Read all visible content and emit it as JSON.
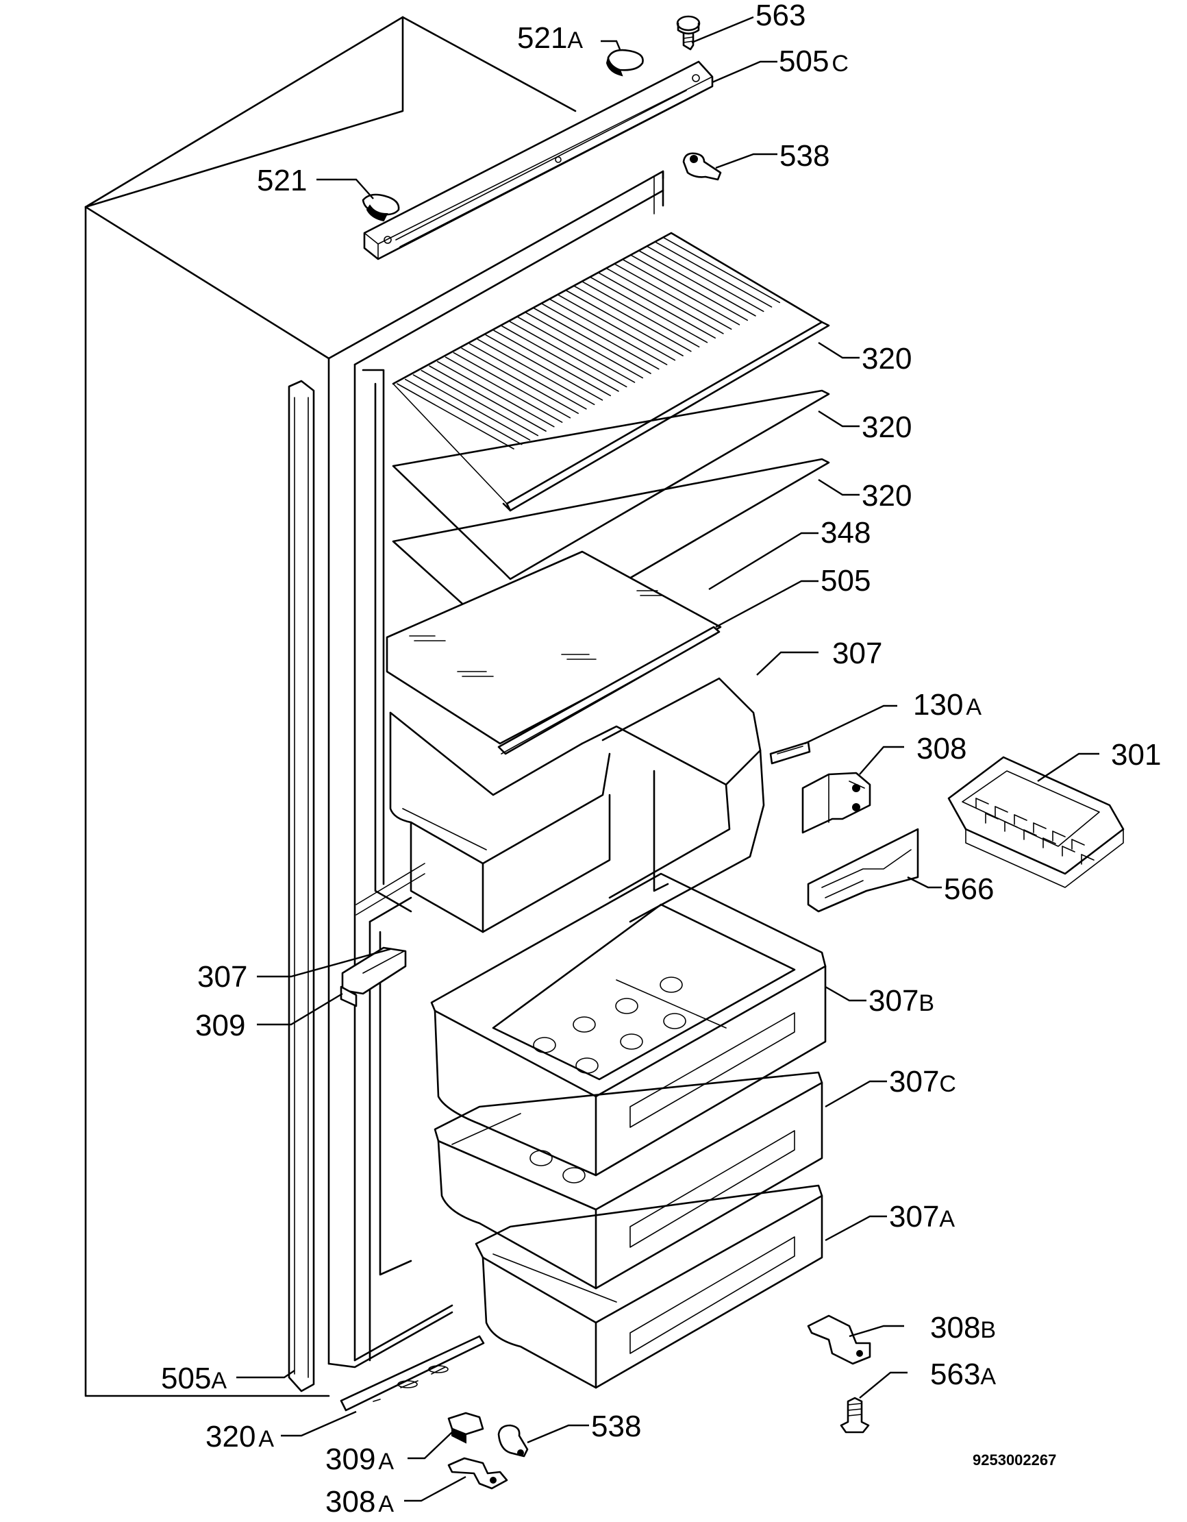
{
  "diagram": {
    "document_number": "9253002267",
    "parts": {
      "p563": {
        "num": "563",
        "suffix": ""
      },
      "p521A": {
        "num": "521",
        "suffix": "A"
      },
      "p505C": {
        "num": "505",
        "suffix": "C"
      },
      "p538_top": {
        "num": "538",
        "suffix": ""
      },
      "p521": {
        "num": "521",
        "suffix": ""
      },
      "p320_1": {
        "num": "320",
        "suffix": ""
      },
      "p320_2": {
        "num": "320",
        "suffix": ""
      },
      "p320_3": {
        "num": "320",
        "suffix": ""
      },
      "p348": {
        "num": "348",
        "suffix": ""
      },
      "p505": {
        "num": "505",
        "suffix": ""
      },
      "p307_top": {
        "num": "307",
        "suffix": ""
      },
      "p130A": {
        "num": "130",
        "suffix": "A"
      },
      "p308": {
        "num": "308",
        "suffix": ""
      },
      "p301": {
        "num": "301",
        "suffix": ""
      },
      "p566": {
        "num": "566",
        "suffix": ""
      },
      "p307_left": {
        "num": "307",
        "suffix": ""
      },
      "p309": {
        "num": "309",
        "suffix": ""
      },
      "p307B": {
        "num": "307",
        "suffix": "B"
      },
      "p307C": {
        "num": "307",
        "suffix": "C"
      },
      "p307A": {
        "num": "307",
        "suffix": "A"
      },
      "p308B": {
        "num": "308",
        "suffix": "B"
      },
      "p563A": {
        "num": "563",
        "suffix": "A"
      },
      "p505A": {
        "num": "505",
        "suffix": "A"
      },
      "p320A": {
        "num": "320",
        "suffix": "A"
      },
      "p538_bottom": {
        "num": "538",
        "suffix": ""
      },
      "p309A": {
        "num": "309",
        "suffix": "A"
      },
      "p308A": {
        "num": "308",
        "suffix": "A"
      }
    }
  }
}
